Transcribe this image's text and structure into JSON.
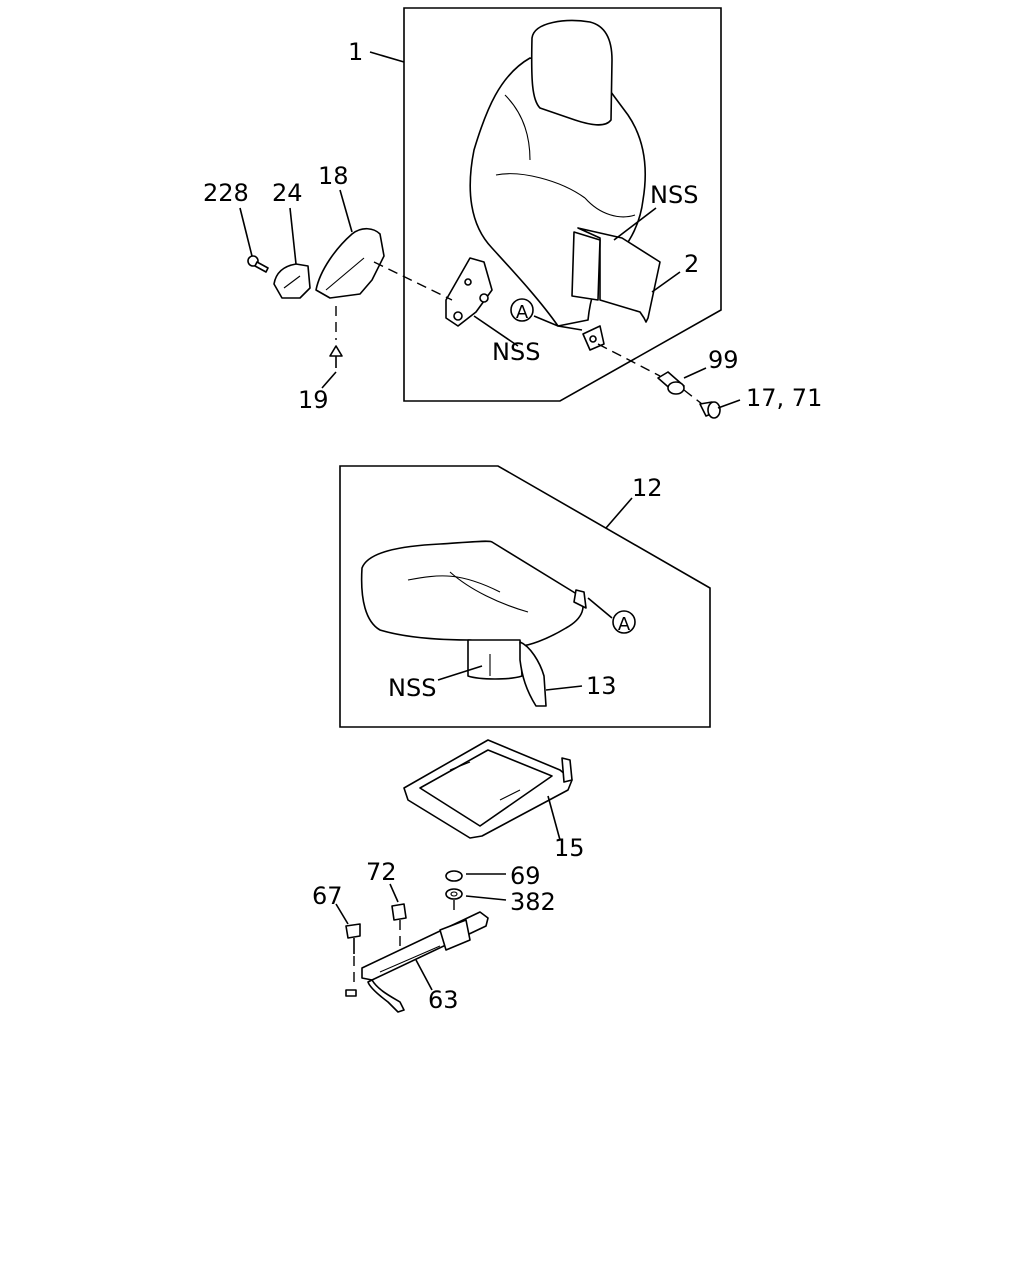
{
  "diagram": {
    "callouts": {
      "seatback_assembly": "1",
      "back_cover": "2",
      "recliner_cover": "18",
      "recliner_knob": "24",
      "knob_screw": "228",
      "clip": "19",
      "back_nss_upper": "NSS",
      "back_nss_lower": "NSS",
      "bushing": "99",
      "bolt": "17, 71",
      "cushion_assembly": "12",
      "cushion_cover": "13",
      "cushion_nss": "NSS",
      "cushion_frame": "15",
      "nut": "69",
      "washer": "382",
      "collar": "72",
      "slide_bolt": "67",
      "seat_slide": "63"
    },
    "reference_marks": {
      "back_ref": "A",
      "cushion_ref": "A"
    }
  }
}
